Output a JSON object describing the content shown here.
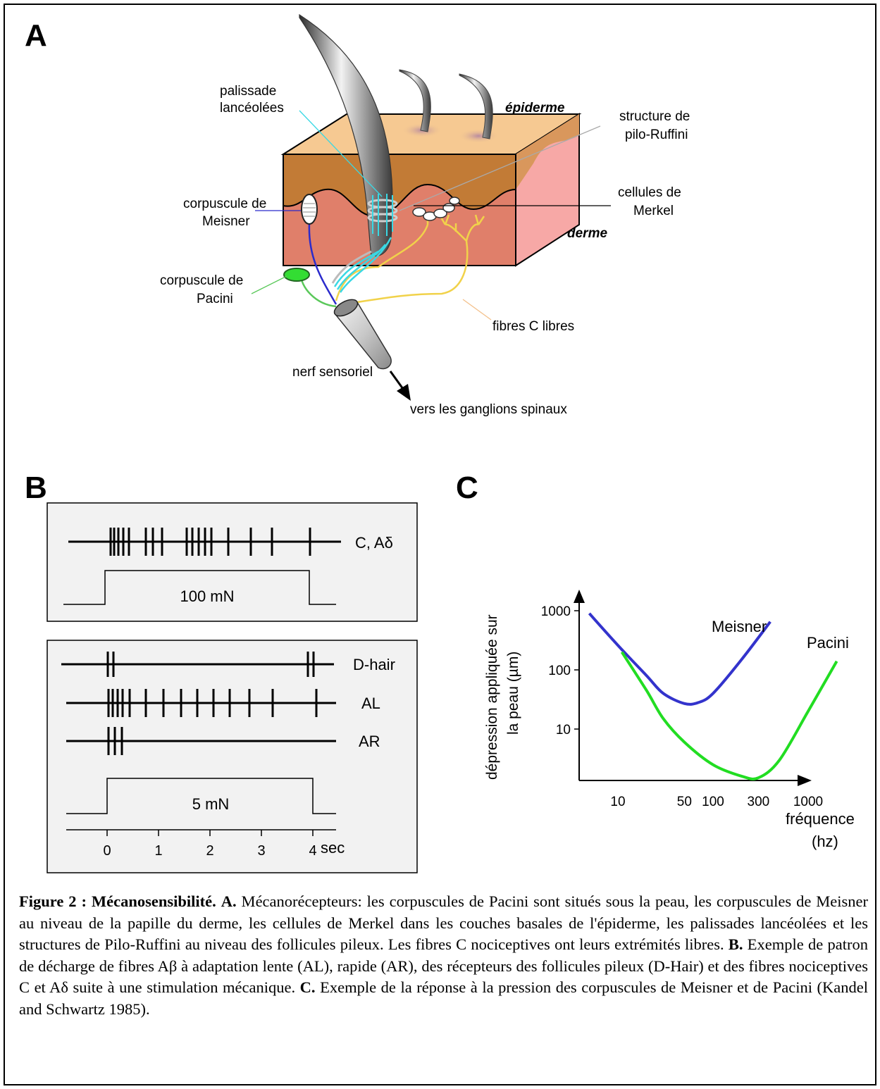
{
  "panelA": {
    "letter": "A",
    "labels": {
      "palissade_1": "palissade",
      "palissade_2": "lancéolées",
      "epiderme": "épiderme",
      "pilo_1": "structure de",
      "pilo_2": "pilo-Ruffini",
      "meisner_1": "corpuscule de",
      "meisner_2": "Meisner",
      "merkel_1": "cellules de",
      "merkel_2": "Merkel",
      "derme": "derme",
      "pacini_1": "corpuscule de",
      "pacini_2": "Pacini",
      "fibres": "fibres C libres",
      "nerf": "nerf sensoriel",
      "ganglions": "vers les ganglions spinaux"
    }
  },
  "panelB": {
    "letter": "B",
    "top": {
      "trace_label": "C, Aδ",
      "stimulus": "100 mN"
    },
    "bottom": {
      "traces": [
        {
          "label": "D-hair"
        },
        {
          "label": "AL"
        },
        {
          "label": "AR"
        }
      ],
      "stimulus": "5 mN",
      "time_ticks": [
        "0",
        "1",
        "2",
        "3",
        "4"
      ],
      "time_unit": "sec"
    }
  },
  "panelC": {
    "letter": "C",
    "ylabel_1": "dépression appliquée sur",
    "ylabel_2": "la peau (µm)",
    "xlabel_1": "fréquence",
    "xlabel_2": "(hz)"
  },
  "chart_data": {
    "type": "line",
    "x_scale": "log",
    "y_scale": "log",
    "xlabel": "fréquence (hz)",
    "ylabel": "dépression appliquée sur la peau (µm)",
    "x_ticks": [
      "10",
      "50",
      "100",
      "300",
      "1000"
    ],
    "y_ticks": [
      "10",
      "100",
      "1000"
    ],
    "series": [
      {
        "name": "Meisner",
        "color": "#3333cc",
        "x": [
          5,
          10,
          20,
          30,
          50,
          70,
          100,
          200,
          400
        ],
        "y": [
          900,
          260,
          80,
          40,
          27,
          28,
          40,
          150,
          650
        ]
      },
      {
        "name": "Pacini",
        "color": "#22dd22",
        "x": [
          11,
          20,
          30,
          50,
          100,
          200,
          300,
          500,
          1000,
          2000
        ],
        "y": [
          200,
          45,
          15,
          6,
          2.5,
          1.6,
          1.5,
          3,
          20,
          140
        ]
      }
    ]
  },
  "caption": {
    "figure_label": "Figure 2 : Mécanosensibilité.",
    "a_label": "A.",
    "a_text": " Mécanorécepteurs: les corpuscules de Pacini sont situés sous la peau, les corpuscules de Meisner au niveau de la papille du derme, les cellules de Merkel dans les couches basales de l'épiderme, les palissades lancéolées et les structures de Pilo-Ruffini au niveau des follicules pileux. Les fibres C nociceptives ont leurs extrémités libres. ",
    "b_label": "B.",
    "b_text": " Exemple de patron de décharge de fibres Aβ à adaptation lente (AL), rapide (AR), des récepteurs des follicules pileux (D-Hair) et des fibres nociceptives C et Aδ suite à une stimulation mécanique. ",
    "c_label": "C.",
    "c_text": " Exemple de la réponse à la pression des corpuscules de Meisner et de Pacini (Kandel and Schwartz 1985)."
  }
}
